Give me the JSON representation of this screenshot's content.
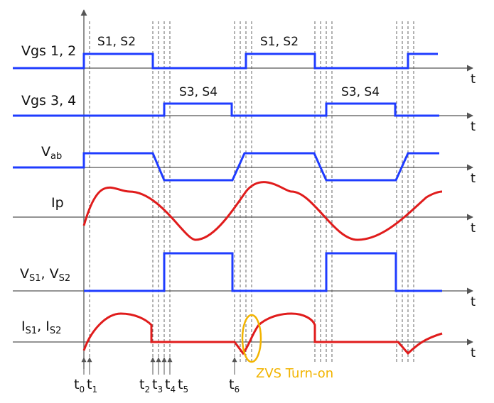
{
  "colors": {
    "axis": "#555555",
    "gate": "#1f3cff",
    "current": "#e01c1c",
    "zvs": "#f2b400",
    "text": "#111111"
  },
  "rows": [
    {
      "id": "vgs12",
      "label": "Vgs 1, 2",
      "kind": "gate",
      "pulse_labels": [
        "S1, S2",
        "S1, S2"
      ]
    },
    {
      "id": "vgs34",
      "label": "Vgs 3, 4",
      "kind": "gate",
      "pulse_labels": [
        "S3, S4",
        "S3, S4"
      ]
    },
    {
      "id": "vab",
      "label_main": "V",
      "label_sub": "ab",
      "kind": "voltage"
    },
    {
      "id": "ip",
      "label": "Ip",
      "kind": "current"
    },
    {
      "id": "vs",
      "label_a": "V",
      "label_a_sub": "S1",
      "label_sep": ", ",
      "label_b": "V",
      "label_b_sub": "S2",
      "kind": "gate"
    },
    {
      "id": "is",
      "label_a": "I",
      "label_a_sub": "S1",
      "label_sep": ", ",
      "label_b": "I",
      "label_b_sub": "S2",
      "kind": "current"
    }
  ],
  "time_axis_label": "t",
  "time_marks": [
    {
      "main": "t",
      "sub": "0"
    },
    {
      "main": "t",
      "sub": "1"
    },
    {
      "main": "t",
      "sub": "2"
    },
    {
      "main": "t",
      "sub": "3"
    },
    {
      "main": "t",
      "sub": "4"
    },
    {
      "main": "t",
      "sub": "5"
    },
    {
      "main": "t",
      "sub": "6"
    }
  ],
  "annotation": {
    "text": "ZVS Turn-on"
  }
}
